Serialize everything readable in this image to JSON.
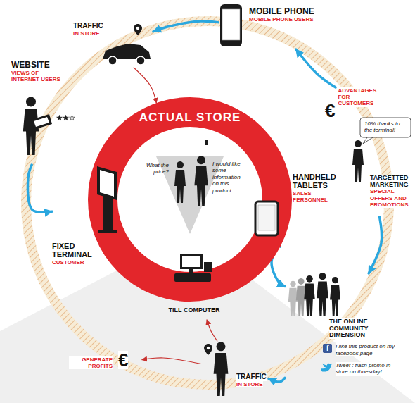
{
  "diagram": {
    "nodes": [
      {
        "text": [
          "ACTUAL STORE"
        ]
      },
      {
        "text": [
          "FIXED TERMINAL",
          "CUSTOMER"
        ],
        "in": 0
      },
      {
        "text": [
          "HANDHELD TABLETS",
          "SALES PERSONNEL"
        ],
        "in": 0
      },
      {
        "text": [
          "TILL COMPUTER"
        ],
        "in": 0
      },
      {
        "text": [
          "MOBILE PHONE",
          "MOBILE PHONE USERS"
        ]
      },
      {
        "text": [
          "TRAFFIC",
          "IN STORE"
        ]
      },
      {
        "text": [
          "WEBSITE",
          "VIEWS OF INTERNET USERS"
        ]
      },
      {
        "text": [
          "€",
          "ADVANTAGES FOR CUSTOMERS"
        ]
      },
      {
        "text": [
          "TARGETTED MARKETING",
          "SPECIAL OFFERS AND PROMOTIONS"
        ]
      },
      {
        "text": [
          "THE ONLINE COMMUNITY DIMENSION",
          "I like this product on my facebook page",
          "Tweet : flash promo in store on thuesday!"
        ]
      },
      {
        "text": [
          "TRAFFIC",
          "IN STORE"
        ]
      },
      {
        "text": [
          "GENERATE PROFITS",
          "€"
        ]
      }
    ],
    "edges": [
      {
        "from": 7,
        "to": 4,
        "arrow": "to"
      },
      {
        "from": 4,
        "to": 5,
        "arrow": "to"
      },
      {
        "from": 5,
        "to": 0,
        "arrow": "to"
      },
      {
        "from": 6,
        "to": 1,
        "arrow": "to"
      },
      {
        "from": 8,
        "to": 9,
        "arrow": "to"
      },
      {
        "from": 2,
        "to": 9,
        "arrow": "both"
      },
      {
        "from": 9,
        "to": 10,
        "arrow": "to"
      },
      {
        "from": 10,
        "to": 3,
        "arrow": "to"
      },
      {
        "from": 10,
        "to": 11,
        "arrow": "to"
      }
    ],
    "labels": [
      "What the price?",
      "I would like some information on this product...",
      "10% thanks to the terminal!",
      "f"
    ]
  }
}
